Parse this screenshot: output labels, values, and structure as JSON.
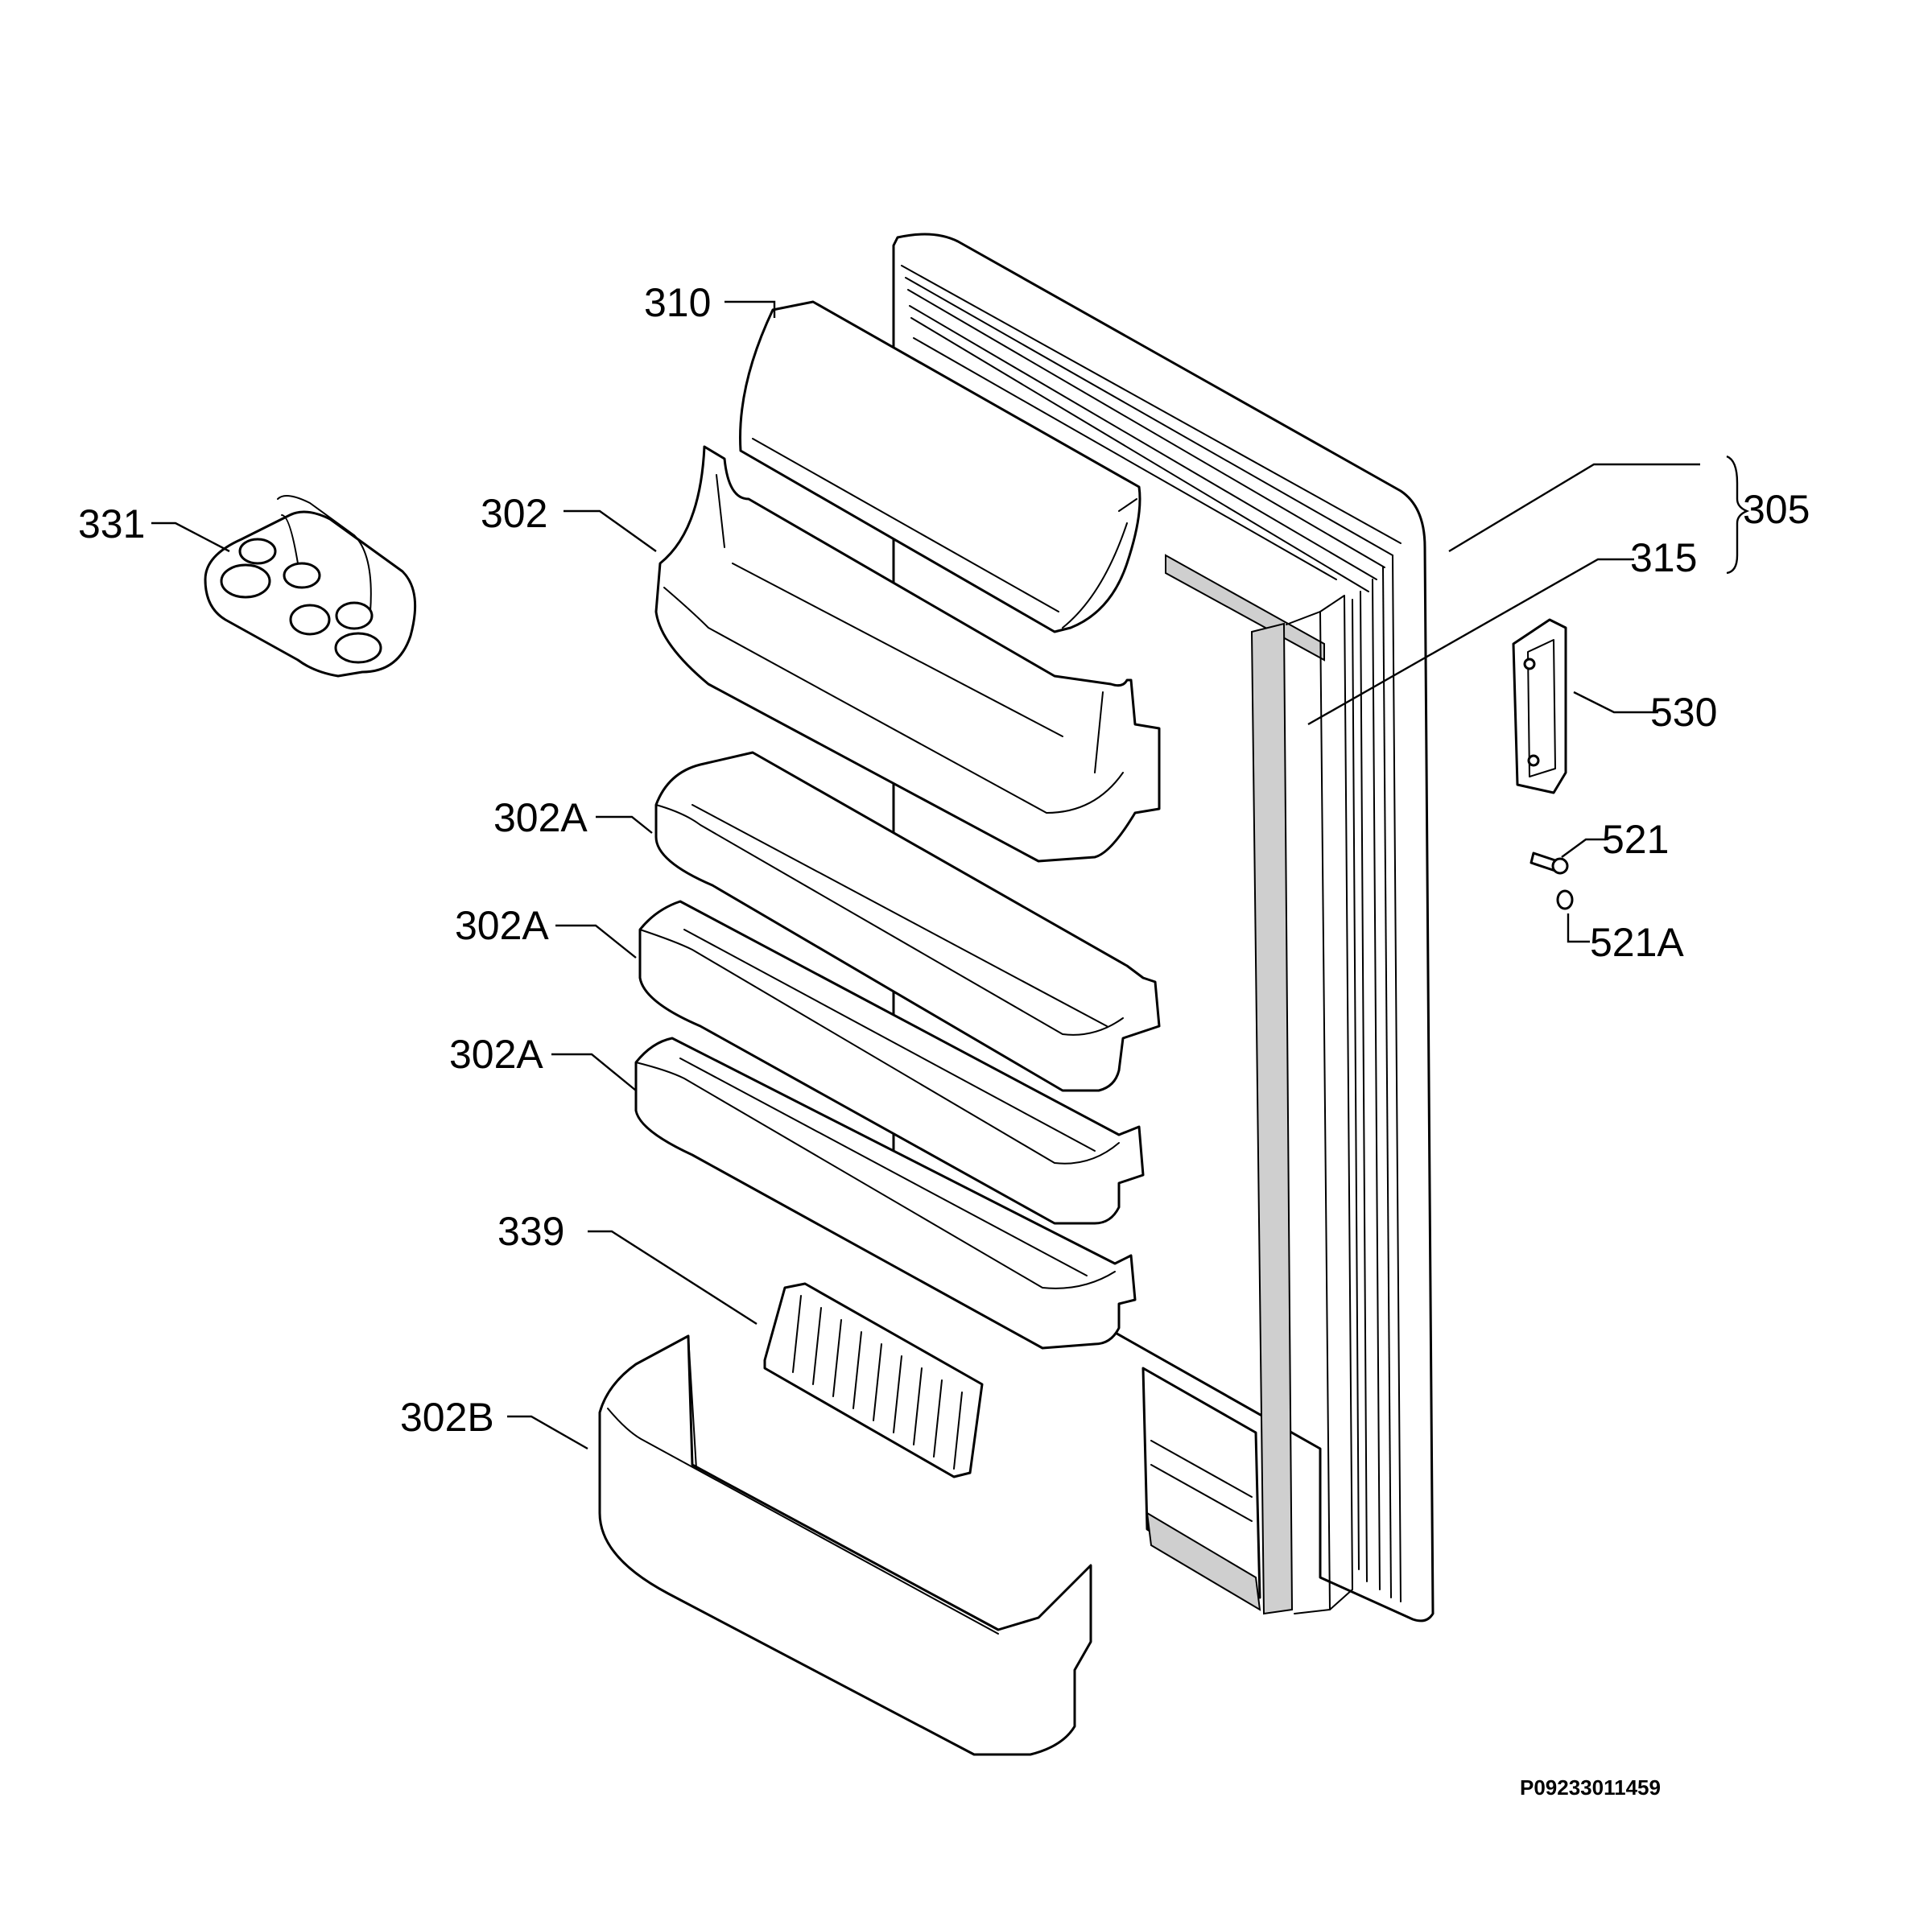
{
  "diagram": {
    "code": "P09233011459",
    "labels": {
      "l310": "310",
      "l302": "302",
      "l331": "331",
      "l302a_1": "302A",
      "l302a_2": "302A",
      "l302a_3": "302A",
      "l339": "339",
      "l302b": "302B",
      "l305": "305",
      "l315": "315",
      "l530": "530",
      "l521": "521",
      "l521a": "521A"
    }
  }
}
